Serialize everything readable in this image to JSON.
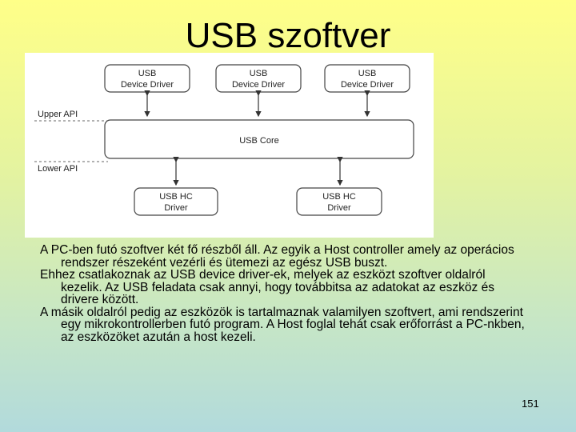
{
  "title": "USB szoftver",
  "diagram": {
    "device_drivers": [
      {
        "line1": "USB",
        "line2": "Device Driver"
      },
      {
        "line1": "USB",
        "line2": "Device Driver"
      },
      {
        "line1": "USB",
        "line2": "Device Driver"
      }
    ],
    "upper_api": "Upper API",
    "core": "USB Core",
    "lower_api": "Lower API",
    "hc_drivers": [
      {
        "line1": "USB HC",
        "line2": "Driver"
      },
      {
        "line1": "USB HC",
        "line2": "Driver"
      }
    ]
  },
  "paragraphs": [
    "A PC-ben futó szoftver két fő részből áll. Az egyik a Host controller amely az operácios rendszer részeként vezérli és ütemezi az egész USB buszt.",
    "Ehhez csatlakoznak az USB device driver-ek, melyek az eszközt szoftver oldalról kezelik. Az USB feladata csak annyi, hogy továbbitsa az adatokat az eszköz és drivere között.",
    "A másik oldalról pedig az eszközök is tartalmaznak valamilyen szoftvert, ami rendszerint egy mikrokontrollerben futó program. A Host foglal tehát csak erőforrást a PC-nkben, az eszközöket azután a host kezeli."
  ],
  "page_number": "151"
}
